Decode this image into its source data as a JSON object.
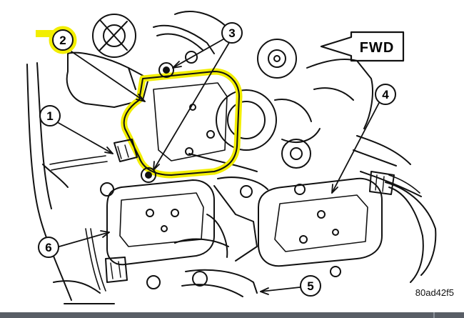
{
  "figure": {
    "code": "80ad42f5",
    "direction_label": "FWD",
    "highlight_color": "#f2ee00",
    "line_color": "#111111",
    "bottom_bar_color": "#595e66"
  },
  "callouts": [
    {
      "number": "1"
    },
    {
      "number": "2",
      "highlighted": true
    },
    {
      "number": "3"
    },
    {
      "number": "4"
    },
    {
      "number": "5"
    },
    {
      "number": "6"
    }
  ]
}
